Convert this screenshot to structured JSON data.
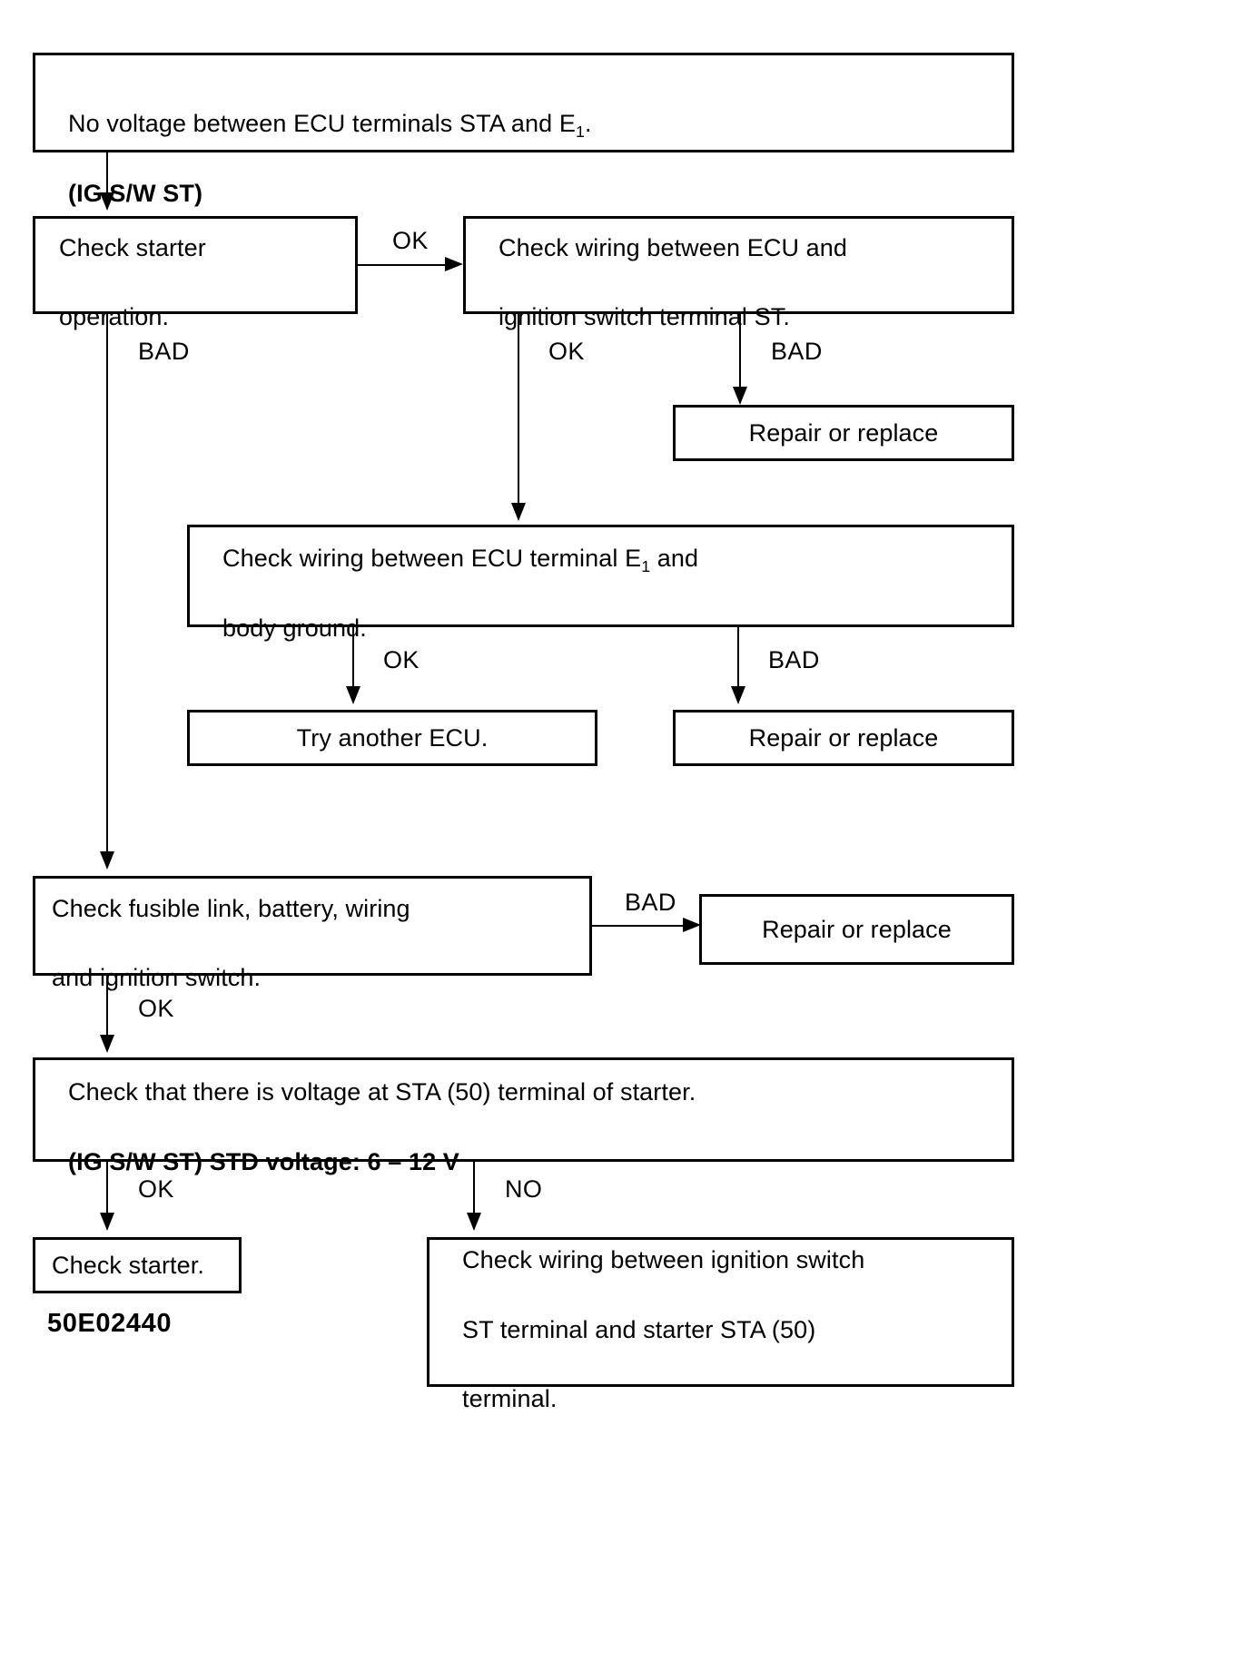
{
  "diagram": {
    "figure_code": "50E02440",
    "type": "troubleshooting-flowchart",
    "nodes": {
      "start": {
        "line1": "No voltage between ECU terminals STA and E",
        "line1_sub": "1",
        "line1_end": ".",
        "line2": "(IG S/W ST)"
      },
      "check_starter_operation": {
        "line1": "Check starter",
        "line2": "operation."
      },
      "check_wiring_ecu_ignition": {
        "line1": "Check wiring between ECU and",
        "line2": "ignition switch terminal ST."
      },
      "repair_or_replace_1": {
        "label": "Repair or replace"
      },
      "check_wiring_e1_ground": {
        "line1a": "Check wiring between ECU terminal E",
        "line1_sub": "1",
        "line1b": " and",
        "line2": "body ground."
      },
      "try_another_ecu": {
        "label": "Try another ECU."
      },
      "repair_or_replace_2": {
        "label": "Repair or replace"
      },
      "check_fusible_link": {
        "line1": "Check fusible link, battery, wiring",
        "line2": "and ignition switch."
      },
      "repair_or_replace_3": {
        "label": "Repair or replace"
      },
      "check_voltage_sta50": {
        "line1": "Check that there is voltage at STA (50) terminal of starter.",
        "line2_bold_a": "(IG S/W ST)",
        "line2_gap": "    ",
        "line2_bold_b": "STD voltage:  6 – 12 V"
      },
      "check_starter": {
        "label": "Check starter."
      },
      "check_wiring_ignition_starter": {
        "line1": "Check wiring between ignition switch",
        "line2": "ST terminal and starter STA (50)",
        "line3": "terminal."
      }
    },
    "edge_labels": {
      "ok_1": "OK",
      "bad_1": "BAD",
      "ok_2": "OK",
      "bad_2": "BAD",
      "ok_3": "OK",
      "bad_3": "BAD",
      "bad_4": "BAD",
      "ok_4": "OK",
      "ok_5": "OK",
      "no_1": "NO"
    },
    "colors": {
      "ink": "#000000",
      "paper": "#ffffff"
    }
  }
}
